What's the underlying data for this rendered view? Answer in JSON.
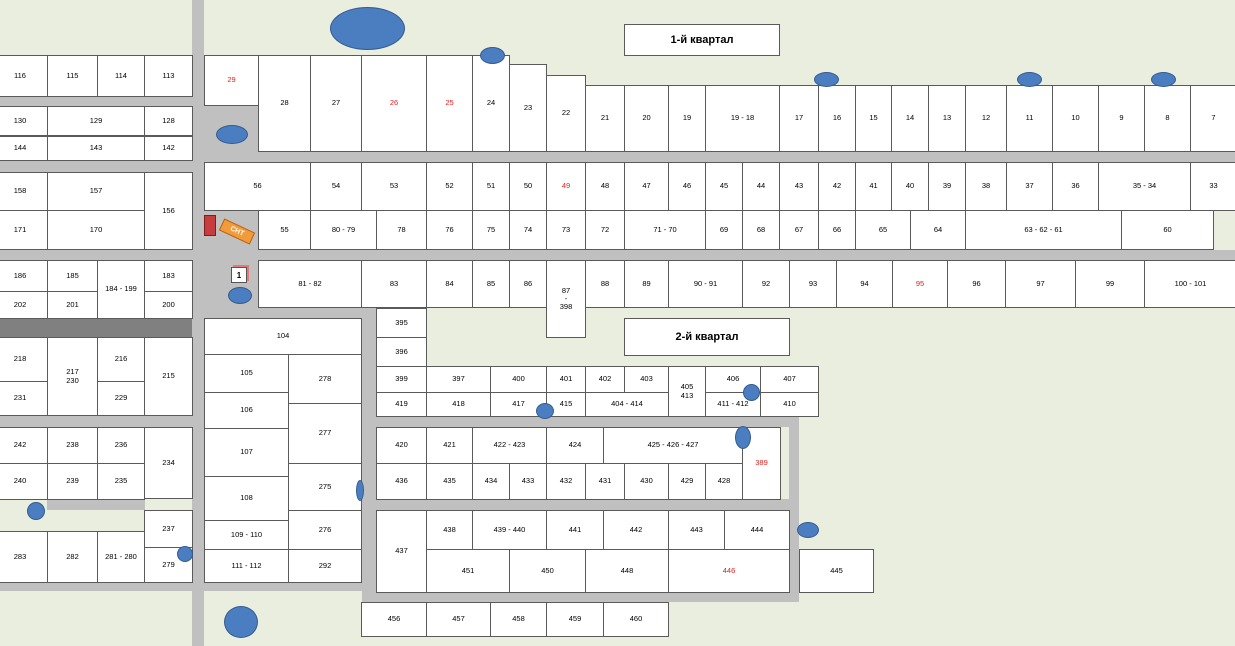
{
  "quarters": [
    {
      "id": "q1",
      "label": "1-й квартал"
    },
    {
      "id": "q2",
      "label": "2-й квартал"
    }
  ],
  "markers": {
    "snt": "СНТ",
    "building": "1"
  },
  "colors": {
    "background": "#eaeedf",
    "road": "#c0c0c0",
    "road_dark": "#808080",
    "pond": "#4a7ec0",
    "highlight_text": "#e02020"
  },
  "plots": [
    {
      "label": "116",
      "red": false
    },
    {
      "label": "115",
      "red": false
    },
    {
      "label": "114",
      "red": false
    },
    {
      "label": "113",
      "red": false
    },
    {
      "label": "130",
      "red": false
    },
    {
      "label": "129",
      "red": false
    },
    {
      "label": "128",
      "red": false
    },
    {
      "label": "144",
      "red": false
    },
    {
      "label": "143",
      "red": false
    },
    {
      "label": "142",
      "red": false
    },
    {
      "label": "158",
      "red": false
    },
    {
      "label": "157",
      "red": false
    },
    {
      "label": "156",
      "red": false
    },
    {
      "label": "171",
      "red": false
    },
    {
      "label": "170",
      "red": false
    },
    {
      "label": "186",
      "red": false
    },
    {
      "label": "185",
      "red": false
    },
    {
      "label": "184 - 199",
      "red": false
    },
    {
      "label": "183",
      "red": false
    },
    {
      "label": "202",
      "red": false
    },
    {
      "label": "201",
      "red": false
    },
    {
      "label": "200",
      "red": false
    },
    {
      "label": "218",
      "red": false
    },
    {
      "label": "217\n230",
      "red": false
    },
    {
      "label": "216",
      "red": false
    },
    {
      "label": "215",
      "red": false
    },
    {
      "label": "231",
      "red": false
    },
    {
      "label": "229",
      "red": false
    },
    {
      "label": "242",
      "red": false
    },
    {
      "label": "238",
      "red": false
    },
    {
      "label": "236",
      "red": false
    },
    {
      "label": "234",
      "red": false
    },
    {
      "label": "240",
      "red": false
    },
    {
      "label": "239",
      "red": false
    },
    {
      "label": "235",
      "red": false
    },
    {
      "label": "237",
      "red": false
    },
    {
      "label": "279",
      "red": false
    },
    {
      "label": "283",
      "red": false
    },
    {
      "label": "282",
      "red": false
    },
    {
      "label": "281 - 280",
      "red": false
    },
    {
      "label": "29",
      "red": true
    },
    {
      "label": "28",
      "red": false
    },
    {
      "label": "27",
      "red": false
    },
    {
      "label": "26",
      "red": true
    },
    {
      "label": "25",
      "red": true
    },
    {
      "label": "24",
      "red": false
    },
    {
      "label": "23",
      "red": false
    },
    {
      "label": "22",
      "red": false
    },
    {
      "label": "21",
      "red": false
    },
    {
      "label": "20",
      "red": false
    },
    {
      "label": "19",
      "red": false
    },
    {
      "label": "19 - 18",
      "red": false
    },
    {
      "label": "17",
      "red": false
    },
    {
      "label": "16",
      "red": false
    },
    {
      "label": "15",
      "red": false
    },
    {
      "label": "14",
      "red": false
    },
    {
      "label": "13",
      "red": false
    },
    {
      "label": "12",
      "red": false
    },
    {
      "label": "11",
      "red": false
    },
    {
      "label": "10",
      "red": false
    },
    {
      "label": "9",
      "red": false
    },
    {
      "label": "8",
      "red": false
    },
    {
      "label": "7",
      "red": false
    },
    {
      "label": "56",
      "red": false
    },
    {
      "label": "54",
      "red": false
    },
    {
      "label": "53",
      "red": false
    },
    {
      "label": "52",
      "red": false
    },
    {
      "label": "51",
      "red": false
    },
    {
      "label": "50",
      "red": false
    },
    {
      "label": "49",
      "red": true
    },
    {
      "label": "48",
      "red": false
    },
    {
      "label": "47",
      "red": false
    },
    {
      "label": "46",
      "red": false
    },
    {
      "label": "45",
      "red": false
    },
    {
      "label": "44",
      "red": false
    },
    {
      "label": "43",
      "red": false
    },
    {
      "label": "42",
      "red": false
    },
    {
      "label": "41",
      "red": false
    },
    {
      "label": "40",
      "red": false
    },
    {
      "label": "39",
      "red": false
    },
    {
      "label": "38",
      "red": false
    },
    {
      "label": "37",
      "red": false
    },
    {
      "label": "36",
      "red": false
    },
    {
      "label": "35 - 34",
      "red": false
    },
    {
      "label": "33",
      "red": false
    },
    {
      "label": "55",
      "red": false
    },
    {
      "label": "80 - 79",
      "red": false
    },
    {
      "label": "78",
      "red": false
    },
    {
      "label": "76",
      "red": false
    },
    {
      "label": "75",
      "red": false
    },
    {
      "label": "74",
      "red": false
    },
    {
      "label": "73",
      "red": false
    },
    {
      "label": "72",
      "red": false
    },
    {
      "label": "71 - 70",
      "red": false
    },
    {
      "label": "69",
      "red": false
    },
    {
      "label": "68",
      "red": false
    },
    {
      "label": "67",
      "red": false
    },
    {
      "label": "66",
      "red": false
    },
    {
      "label": "65",
      "red": false
    },
    {
      "label": "64",
      "red": false
    },
    {
      "label": "63 - 62 - 61",
      "red": false
    },
    {
      "label": "60",
      "red": false
    },
    {
      "label": "81 - 82",
      "red": false
    },
    {
      "label": "83",
      "red": false
    },
    {
      "label": "84",
      "red": false
    },
    {
      "label": "85",
      "red": false
    },
    {
      "label": "86",
      "red": false
    },
    {
      "label": "87\n-\n398",
      "red": false
    },
    {
      "label": "88",
      "red": false
    },
    {
      "label": "89",
      "red": false
    },
    {
      "label": "90 - 91",
      "red": false
    },
    {
      "label": "92",
      "red": false
    },
    {
      "label": "93",
      "red": false
    },
    {
      "label": "94",
      "red": false
    },
    {
      "label": "95",
      "red": true
    },
    {
      "label": "96",
      "red": false
    },
    {
      "label": "97",
      "red": false
    },
    {
      "label": "99",
      "red": false
    },
    {
      "label": "100 - 101",
      "red": false
    },
    {
      "label": "104",
      "red": false
    },
    {
      "label": "105",
      "red": false
    },
    {
      "label": "278",
      "red": false
    },
    {
      "label": "106",
      "red": false
    },
    {
      "label": "277",
      "red": false
    },
    {
      "label": "107",
      "red": false
    },
    {
      "label": "275",
      "red": false
    },
    {
      "label": "108",
      "red": false
    },
    {
      "label": "109 - 110",
      "red": false
    },
    {
      "label": "276",
      "red": false
    },
    {
      "label": "111 - 112",
      "red": false
    },
    {
      "label": "292",
      "red": false
    },
    {
      "label": "395",
      "red": false
    },
    {
      "label": "396",
      "red": false
    },
    {
      "label": "399",
      "red": false
    },
    {
      "label": "397",
      "red": false
    },
    {
      "label": "400",
      "red": false
    },
    {
      "label": "401",
      "red": false
    },
    {
      "label": "402",
      "red": false
    },
    {
      "label": "403",
      "red": false
    },
    {
      "label": "405\n413",
      "red": false
    },
    {
      "label": "406",
      "red": false
    },
    {
      "label": "407",
      "red": false
    },
    {
      "label": "419",
      "red": false
    },
    {
      "label": "418",
      "red": false
    },
    {
      "label": "417",
      "red": false
    },
    {
      "label": "415",
      "red": false
    },
    {
      "label": "404 - 414",
      "red": false
    },
    {
      "label": "411 - 412",
      "red": false
    },
    {
      "label": "410",
      "red": false
    },
    {
      "label": "420",
      "red": false
    },
    {
      "label": "421",
      "red": false
    },
    {
      "label": "422 - 423",
      "red": false
    },
    {
      "label": "424",
      "red": false
    },
    {
      "label": "425 - 426 - 427",
      "red": false
    },
    {
      "label": "389",
      "red": true
    },
    {
      "label": "436",
      "red": false
    },
    {
      "label": "435",
      "red": false
    },
    {
      "label": "434",
      "red": false
    },
    {
      "label": "433",
      "red": false
    },
    {
      "label": "432",
      "red": false
    },
    {
      "label": "431",
      "red": false
    },
    {
      "label": "430",
      "red": false
    },
    {
      "label": "429",
      "red": false
    },
    {
      "label": "428",
      "red": false
    },
    {
      "label": "437",
      "red": false
    },
    {
      "label": "438",
      "red": false
    },
    {
      "label": "439 - 440",
      "red": false
    },
    {
      "label": "441",
      "red": false
    },
    {
      "label": "442",
      "red": false
    },
    {
      "label": "443",
      "red": false
    },
    {
      "label": "444",
      "red": false
    },
    {
      "label": "451",
      "red": false
    },
    {
      "label": "450",
      "red": false
    },
    {
      "label": "448",
      "red": false
    },
    {
      "label": "446",
      "red": true
    },
    {
      "label": "445",
      "red": false
    },
    {
      "label": "456",
      "red": false
    },
    {
      "label": "457",
      "red": false
    },
    {
      "label": "458",
      "red": false
    },
    {
      "label": "459",
      "red": false
    },
    {
      "label": "460",
      "red": false
    }
  ]
}
